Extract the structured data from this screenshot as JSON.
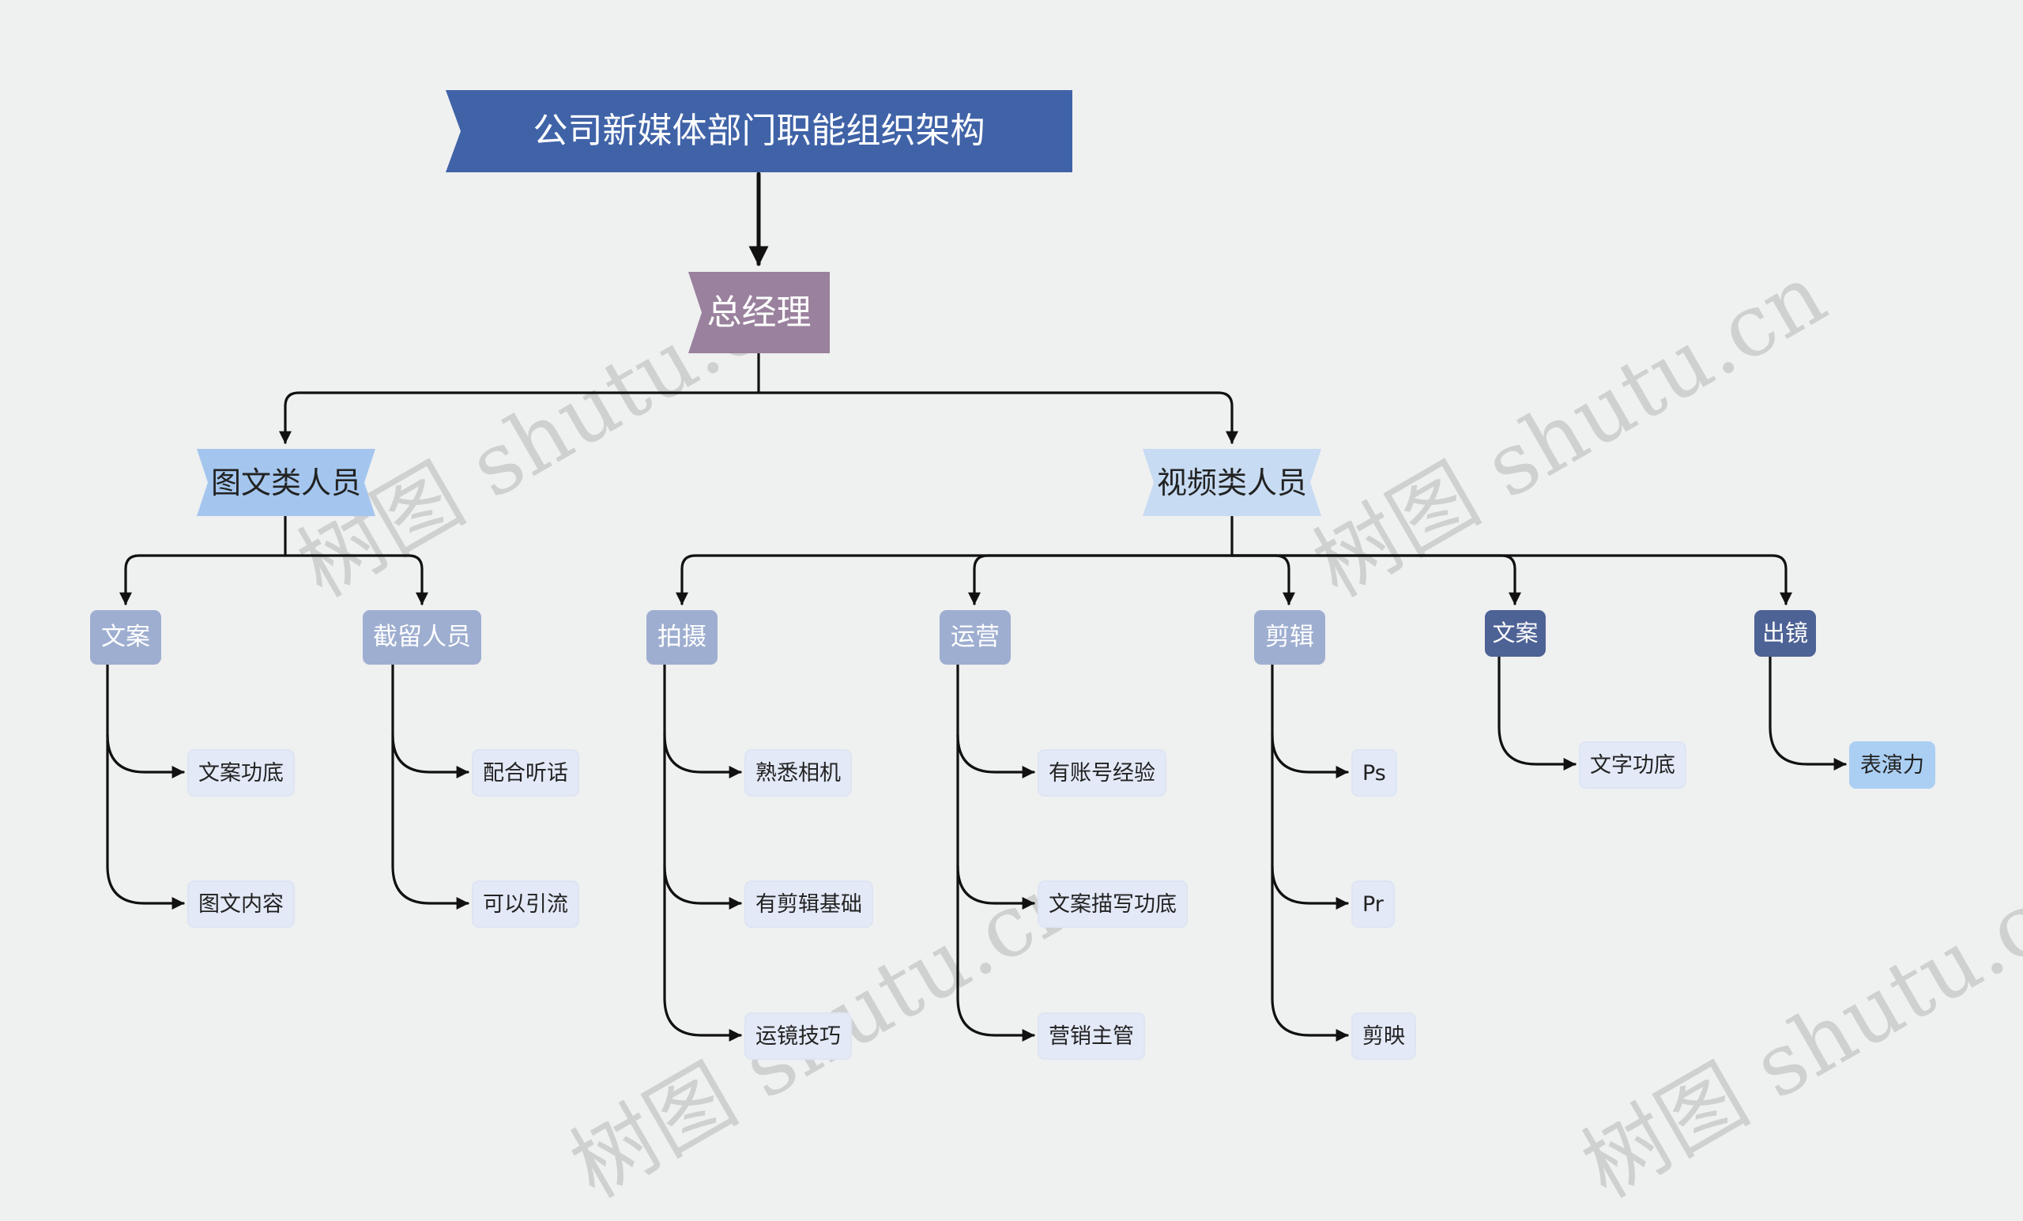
{
  "title": "公司新媒体部门职能组织架构",
  "manager": "总经理",
  "groups": [
    {
      "label": "图文类人员",
      "roles": [
        {
          "label": "文案",
          "duties": [
            "文案功底",
            "图文内容"
          ]
        },
        {
          "label": "截留人员",
          "duties": [
            "配合听话",
            "可以引流"
          ]
        }
      ]
    },
    {
      "label": "视频类人员",
      "roles": [
        {
          "label": "拍摄",
          "duties": [
            "熟悉相机",
            "有剪辑基础",
            "运镜技巧"
          ]
        },
        {
          "label": "运营",
          "duties": [
            "有账号经验",
            "文案描写功底",
            "营销主管"
          ]
        },
        {
          "label": "剪辑",
          "duties": [
            "Ps",
            "Pr",
            "剪映"
          ]
        },
        {
          "label": "文案",
          "duties": [
            "文字功底"
          ]
        },
        {
          "label": "出镜",
          "duties": [
            "表演力"
          ]
        }
      ]
    }
  ],
  "watermark": "树图 shutu.cn",
  "colors": {
    "title_bg": "#4063a8",
    "manager_bg": "#9a819d",
    "group1_bg": "#a4c6ee",
    "group2_bg": "#c7dbf2",
    "role_bg": "#9eaed0",
    "role_dark_bg": "#4d6295",
    "leaf_bg": "#e3e9f7",
    "leaf_highlight_bg": "#abcff3"
  }
}
